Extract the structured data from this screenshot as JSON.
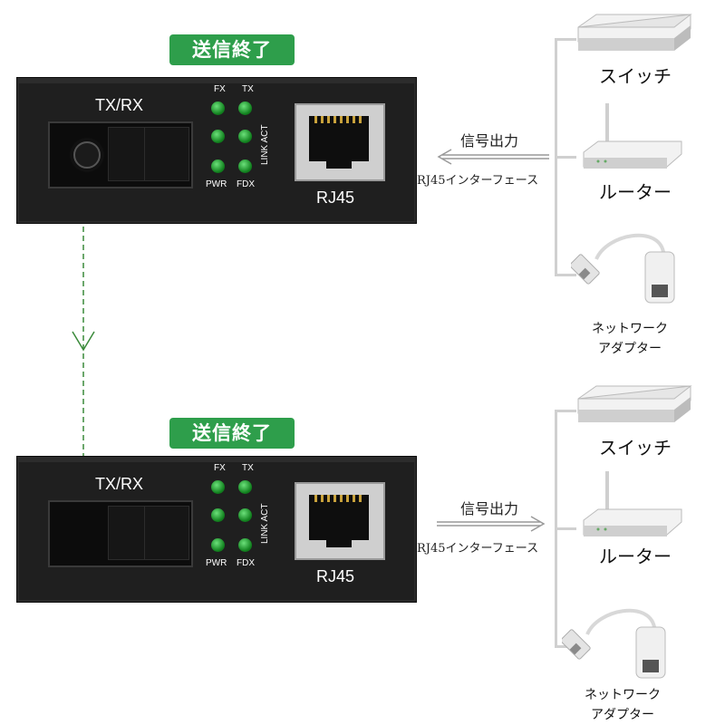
{
  "units": [
    {
      "badge": "送信終了",
      "port_label": "TX/RX",
      "led_labels": {
        "fx": "FX",
        "tx": "TX",
        "pwr": "PWR",
        "fdx": "FDX",
        "link_act": "LINK ACT"
      },
      "rj45_label": "RJ45",
      "signal_label": "信号出力",
      "interface_label": "RJ45インターフェース",
      "arrow_direction": "left"
    },
    {
      "badge": "送信終了",
      "port_label": "TX/RX",
      "led_labels": {
        "fx": "FX",
        "tx": "TX",
        "pwr": "PWR",
        "fdx": "FDX",
        "link_act": "LINK ACT"
      },
      "rj45_label": "RJ45",
      "signal_label": "信号出力",
      "interface_label": "RJ45インターフェース",
      "arrow_direction": "right"
    }
  ],
  "device_groups": [
    {
      "devices": [
        {
          "label": "スイッチ",
          "icon": "switch-icon"
        },
        {
          "label": "ルーター",
          "icon": "router-icon"
        },
        {
          "label": "ネットワーク\nアダプター",
          "icon": "network-adapter-icon"
        }
      ]
    },
    {
      "devices": [
        {
          "label": "スイッチ",
          "icon": "switch-icon"
        },
        {
          "label": "ルーター",
          "icon": "router-icon"
        },
        {
          "label": "ネットワーク\nアダプター",
          "icon": "network-adapter-icon"
        }
      ]
    }
  ],
  "colors": {
    "badge": "#2e9e4b",
    "led": "#1fa02e",
    "fiber": "#3a8a3a",
    "box": "#1f1f1f",
    "connector_line": "#d0d0d0"
  }
}
